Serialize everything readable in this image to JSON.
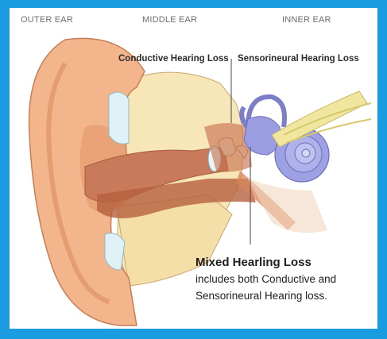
{
  "regions": {
    "outer": "OUTER EAR",
    "middle": "MIDDLE EAR",
    "inner": "INNER EAR"
  },
  "labels": {
    "conductive": "Conductive Hearing Loss",
    "sensorineural": "Sensorineural Hearing Loss"
  },
  "mixed": {
    "title": "Mixed Hearling Loss",
    "line1": "includes both Conductive and",
    "line2": "Sensorineural Hearing loss."
  },
  "colors": {
    "frame": "#1a9de0",
    "skin": "#f2b58c",
    "skin_dark": "#d9865a",
    "canal": "#c97a5a",
    "bone": "#f7e6b8",
    "cochlea": "#8c8fd6",
    "nerve": "#f0e6a0"
  }
}
